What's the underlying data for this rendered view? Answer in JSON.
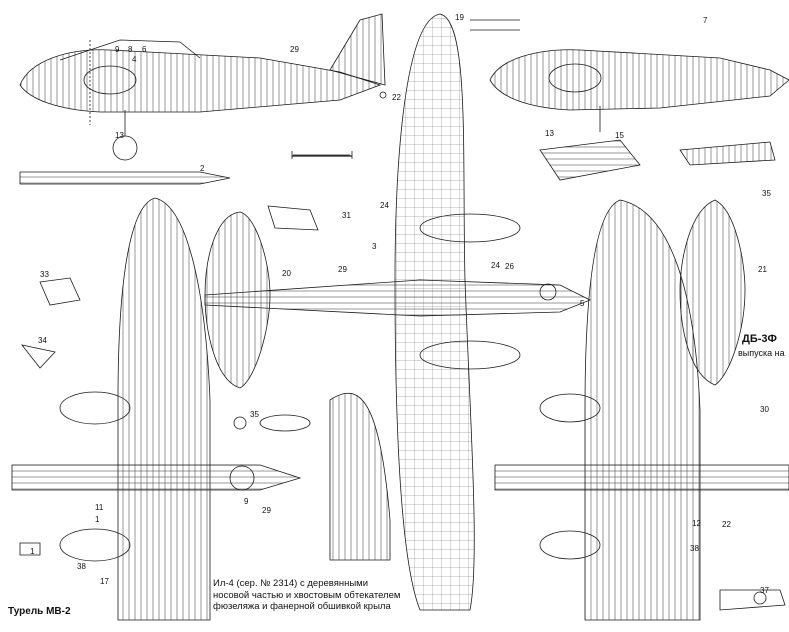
{
  "drawing": {
    "caption_lines": [
      "Ил-4 (сер. № 2314) с деревянными",
      "носовой частью и хвостовым обтекателем",
      "фюзеляжа и фанерной обшивкой крыла"
    ],
    "turret_label": "Турель МВ-2",
    "variant_title": "ДБ-3Ф",
    "variant_subtitle": "выпуска на",
    "callouts": {
      "c1": "1",
      "c2": "2",
      "c3": "3",
      "c4": "4",
      "c5": "5",
      "c6": "6",
      "c7": "7",
      "c8": "8",
      "c9": "9",
      "c11": "11",
      "c12": "12",
      "c13": "13",
      "c15": "15",
      "c17": "17",
      "c19": "19",
      "c20": "20",
      "c21": "21",
      "c22": "22",
      "c24": "24",
      "c26": "26",
      "c29": "29",
      "c30": "30",
      "c31": "31",
      "c33": "33",
      "c34": "34",
      "c35": "35",
      "c37": "37",
      "c38": "38"
    }
  }
}
